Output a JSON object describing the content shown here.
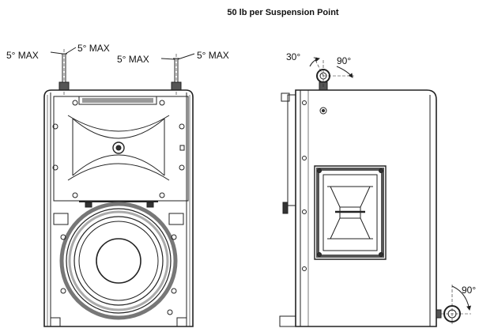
{
  "title": "50 lb per Suspension Point",
  "front_view": {
    "left_eyebolt": {
      "left_tolerance": "5° MAX",
      "right_tolerance": "5° MAX"
    },
    "right_eyebolt": {
      "left_tolerance": "5° MAX",
      "right_tolerance": "5° MAX"
    }
  },
  "side_view": {
    "top_eyebolt": {
      "tilt_angle": "30°",
      "right_angle": "90°"
    },
    "bottom_eyebolt": {
      "right_angle": "90°"
    }
  },
  "colors": {
    "line": "#222222",
    "fill_dark": "#1a1a1a",
    "fill_mid": "#888888"
  }
}
